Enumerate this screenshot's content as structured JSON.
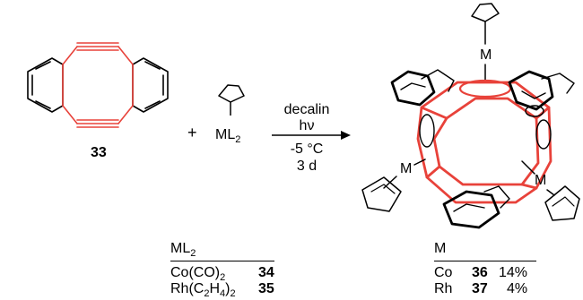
{
  "reactant": {
    "compound_number": "33"
  },
  "reagent": {
    "plus": "+",
    "ligand_base": "ML",
    "ligand_sub": "2"
  },
  "conditions": {
    "solvent": "decalin",
    "light": "hν",
    "temperature": "-5 °C",
    "time": "3 d"
  },
  "product": {
    "metal_label": "M"
  },
  "ligand_table": {
    "header_base": "ML",
    "header_sub": "2",
    "rows": [
      {
        "formula": "Co(CO)",
        "sub": "2",
        "number": "34"
      },
      {
        "formula": "Rh(C",
        "sub": "2",
        "formula_mid": "H",
        "sub2": "4",
        "formula_end": ")",
        "sub3": "2",
        "number": "35"
      }
    ]
  },
  "product_table": {
    "header": "M",
    "rows": [
      {
        "metal": "Co",
        "number": "36",
        "yield": "14%"
      },
      {
        "metal": "Rh",
        "number": "37",
        "yield": "4%"
      }
    ]
  },
  "colors": {
    "bond_red": "#e8423a",
    "ink": "#000000"
  }
}
